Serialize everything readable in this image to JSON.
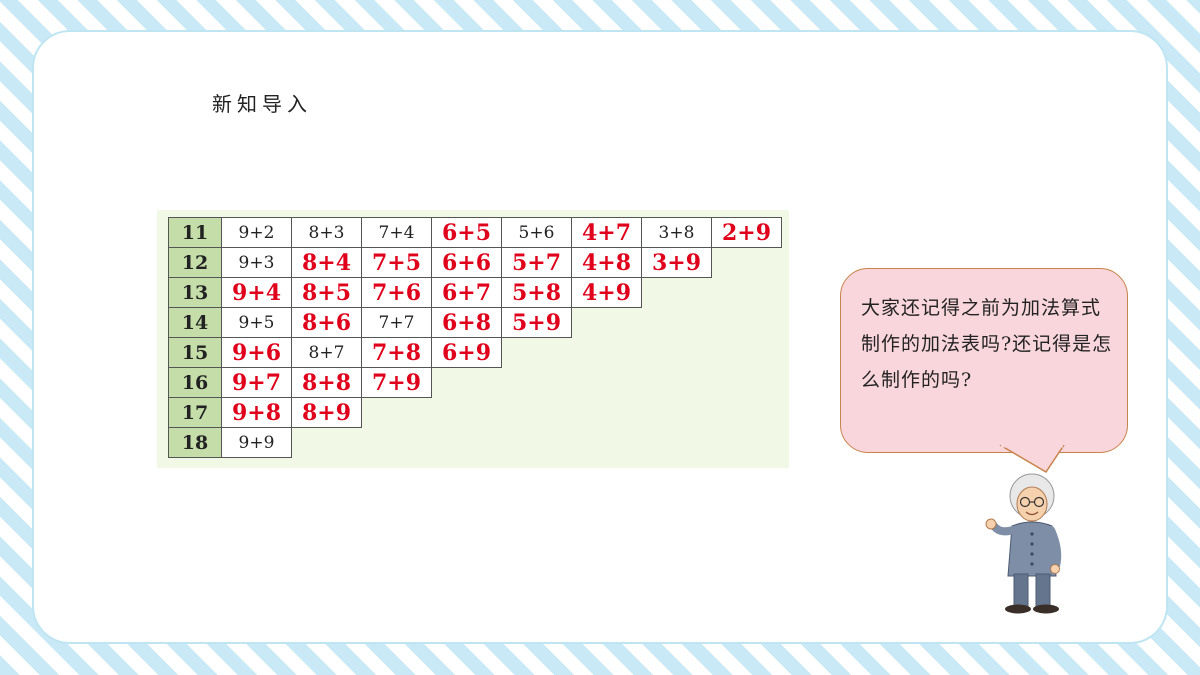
{
  "slide": {
    "title": "新知导入",
    "bubble_text": "大家还记得之前为加法算式制作的加法表吗?还记得是怎么制作的吗?"
  },
  "table": {
    "rows": [
      {
        "sum": "11",
        "cells": [
          {
            "text": "9+2",
            "red": false
          },
          {
            "text": "8+3",
            "red": false
          },
          {
            "text": "7+4",
            "red": false
          },
          {
            "text": "6+5",
            "red": true
          },
          {
            "text": "5+6",
            "red": false
          },
          {
            "text": "4+7",
            "red": true
          },
          {
            "text": "3+8",
            "red": false
          },
          {
            "text": "2+9",
            "red": true
          }
        ]
      },
      {
        "sum": "12",
        "cells": [
          {
            "text": "9+3",
            "red": false
          },
          {
            "text": "8+4",
            "red": true
          },
          {
            "text": "7+5",
            "red": true
          },
          {
            "text": "6+6",
            "red": true
          },
          {
            "text": "5+7",
            "red": true
          },
          {
            "text": "4+8",
            "red": true
          },
          {
            "text": "3+9",
            "red": true
          }
        ]
      },
      {
        "sum": "13",
        "cells": [
          {
            "text": "9+4",
            "red": true
          },
          {
            "text": "8+5",
            "red": true
          },
          {
            "text": "7+6",
            "red": true
          },
          {
            "text": "6+7",
            "red": true
          },
          {
            "text": "5+8",
            "red": true
          },
          {
            "text": "4+9",
            "red": true
          }
        ]
      },
      {
        "sum": "14",
        "cells": [
          {
            "text": "9+5",
            "red": false
          },
          {
            "text": "8+6",
            "red": true
          },
          {
            "text": "7+7",
            "red": false
          },
          {
            "text": "6+8",
            "red": true
          },
          {
            "text": "5+9",
            "red": true
          }
        ]
      },
      {
        "sum": "15",
        "cells": [
          {
            "text": "9+6",
            "red": true
          },
          {
            "text": "8+7",
            "red": false
          },
          {
            "text": "7+8",
            "red": true
          },
          {
            "text": "6+9",
            "red": true
          }
        ]
      },
      {
        "sum": "16",
        "cells": [
          {
            "text": "9+7",
            "red": true
          },
          {
            "text": "8+8",
            "red": true
          },
          {
            "text": "7+9",
            "red": true
          }
        ]
      },
      {
        "sum": "17",
        "cells": [
          {
            "text": "9+8",
            "red": true
          },
          {
            "text": "8+9",
            "red": true
          }
        ]
      },
      {
        "sum": "18",
        "cells": [
          {
            "text": "9+9",
            "red": false
          }
        ]
      }
    ]
  },
  "colors": {
    "highlight_red": "#e0001b",
    "sum_column_green": "#c5dea9",
    "bubble_pink": "#f9d6dc",
    "stripe_blue": "#c9e9f6"
  },
  "icons": [
    "teacher-illustration",
    "speech-bubble"
  ]
}
